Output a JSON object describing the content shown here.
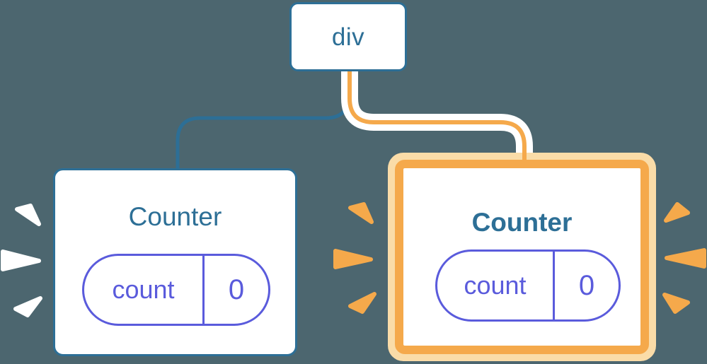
{
  "diagram": {
    "description": "Component tree: div root with two Counter children; right Counter highlighted",
    "background_color": "#4C666F",
    "root": {
      "label": "div"
    },
    "children": [
      {
        "title": "Counter",
        "state_key": "count",
        "state_value": "0",
        "highlighted": false,
        "burst_color": "#FFFFFF",
        "border_color": "#2D6F96",
        "connector_color": "#2D6F96"
      },
      {
        "title": "Counter",
        "state_key": "count",
        "state_value": "0",
        "highlighted": true,
        "burst_color": "#F5A94B",
        "border_color": "#F5A94B",
        "glow_color": "#FADCA8",
        "connector_color": "#F5A94B",
        "connector_casing_color": "#FFFFFF"
      }
    ],
    "colors": {
      "background": "#4C666F",
      "node_blue": "#2D6F96",
      "state_indigo": "#5A5BDC",
      "highlight_orange": "#F5A94B",
      "highlight_peach": "#FADCA8",
      "white": "#FFFFFF"
    }
  }
}
